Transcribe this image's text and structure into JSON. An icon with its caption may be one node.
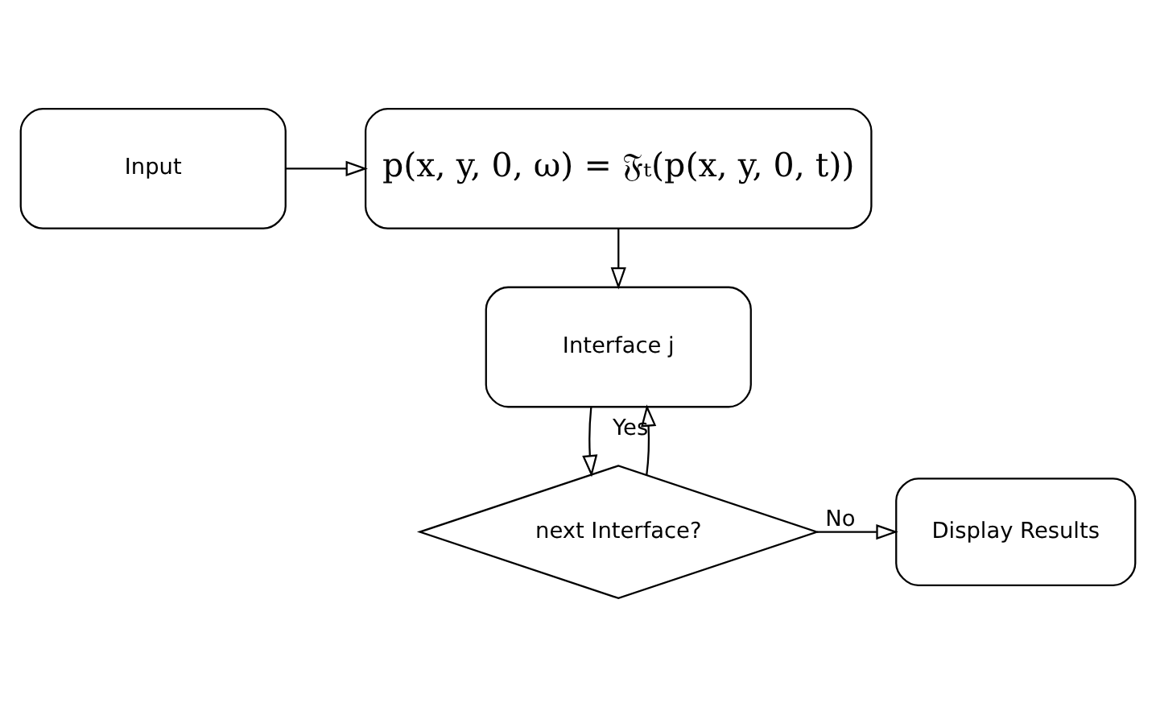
{
  "diagram": {
    "nodes": [
      {
        "text": [
          "p(x, y, 0, ω) = 𝔉ₜ(p(x, y, 0, t))"
        ]
      },
      {
        "text": [
          "Input"
        ]
      },
      {
        "text": [
          "Interface j"
        ]
      },
      {
        "text": [
          "next Interface?"
        ]
      },
      {
        "text": [
          "Display Results"
        ]
      }
    ],
    "edges": [
      {
        "from": 1,
        "to": 0,
        "arrow": "to"
      },
      {
        "from": 0,
        "to": 2,
        "arrow": "to"
      },
      {
        "from": 2,
        "to": 3,
        "arrow": "to"
      },
      {
        "from": 3,
        "to": 4,
        "arrow": "to",
        "label": "No"
      },
      {
        "from": 3,
        "to": 2,
        "arrow": "to",
        "label": "Yes"
      }
    ]
  }
}
